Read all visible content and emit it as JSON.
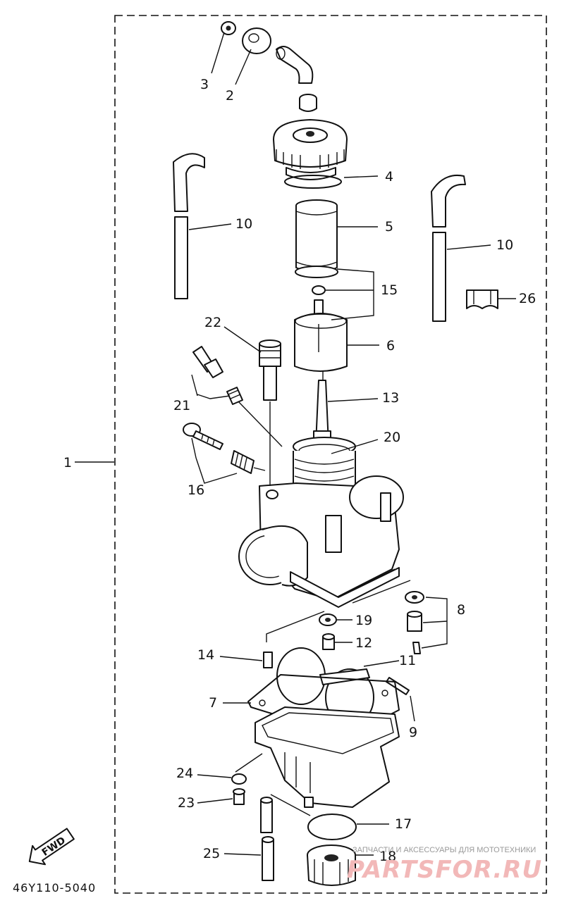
{
  "diagram": {
    "callouts": [
      {
        "id": "c1",
        "text": "1"
      },
      {
        "id": "c2",
        "text": "2"
      },
      {
        "id": "c3",
        "text": "3"
      },
      {
        "id": "c4",
        "text": "4"
      },
      {
        "id": "c5",
        "text": "5"
      },
      {
        "id": "c6",
        "text": "6"
      },
      {
        "id": "c7",
        "text": "7"
      },
      {
        "id": "c8",
        "text": "8"
      },
      {
        "id": "c9",
        "text": "9"
      },
      {
        "id": "c10a",
        "text": "10"
      },
      {
        "id": "c10b",
        "text": "10"
      },
      {
        "id": "c11",
        "text": "11"
      },
      {
        "id": "c12",
        "text": "12"
      },
      {
        "id": "c13",
        "text": "13"
      },
      {
        "id": "c14",
        "text": "14"
      },
      {
        "id": "c15",
        "text": "15"
      },
      {
        "id": "c16",
        "text": "16"
      },
      {
        "id": "c17",
        "text": "17"
      },
      {
        "id": "c18",
        "text": "18"
      },
      {
        "id": "c19",
        "text": "19"
      },
      {
        "id": "c20",
        "text": "20"
      },
      {
        "id": "c21",
        "text": "21"
      },
      {
        "id": "c22",
        "text": "22"
      },
      {
        "id": "c23",
        "text": "23"
      },
      {
        "id": "c24",
        "text": "24"
      },
      {
        "id": "c25",
        "text": "25"
      },
      {
        "id": "c26",
        "text": "26"
      }
    ],
    "direction_label": "FWD",
    "drawing_code": "46Y110-5040",
    "watermark": {
      "tagline": "ЗАПЧАСТИ И АКСЕССУАРЫ ДЛЯ МОТОТЕХНИКИ",
      "brand": "PARTSFOR.RU"
    }
  }
}
